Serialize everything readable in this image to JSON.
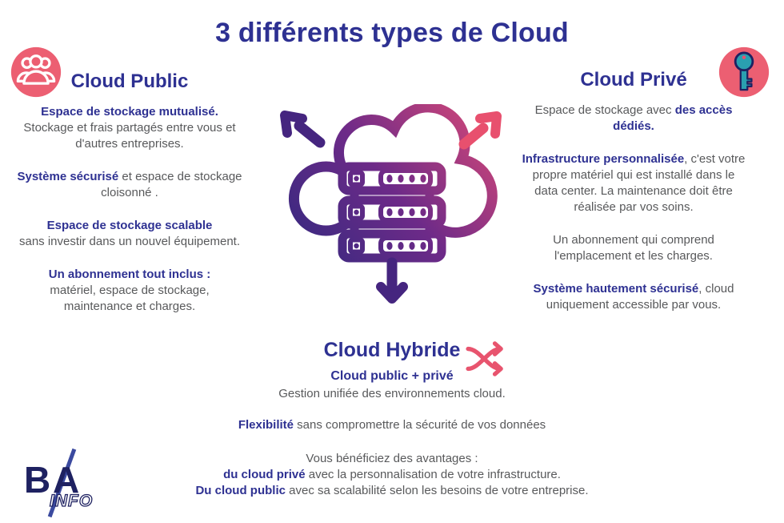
{
  "title": "3 différents types de Cloud",
  "colors": {
    "indigo": "#2e3192",
    "gray": "#58595b",
    "pink": "#ec5f72",
    "arrow_pink": "#e8506e",
    "arrow_purple": "#45257f",
    "teal": "#2a9fb0",
    "logo_navy": "#1e2161"
  },
  "icons": {
    "public": "people-icon",
    "prive": "key-icon",
    "hybride": "shuffle-arrows-icon",
    "center": "cloud-servers-with-arrows-icon"
  },
  "public": {
    "heading": "Cloud Public",
    "p1_bold": "Espace de stockage mutualisé.",
    "p1_text": "Stockage et frais partagés entre vous et d'autres entreprises.",
    "p2_bold": "Système sécurisé",
    "p2_text": " et espace de stockage cloisonné .",
    "p3_bold": "Espace de stockage scalable",
    "p3_text": "sans investir dans un nouvel équipement.",
    "p4_bold": "Un abonnement tout inclus :",
    "p4_text": "matériel, espace de stockage, maintenance et charges."
  },
  "prive": {
    "heading": "Cloud Privé",
    "p1_text": "Espace de stockage avec ",
    "p1_bold": "des accès dédiés.",
    "p2_bold": "Infrastructure personnalisée",
    "p2_text": ", c'est votre propre matériel qui est installé dans le data center. La maintenance doit être réalisée par vos soins.",
    "p3_text": "Un abonnement qui comprend l'emplacement et les charges.",
    "p4_bold": "Système hautement sécurisé",
    "p4_text": ", cloud uniquement accessible par vous."
  },
  "hybride": {
    "heading": "Cloud Hybride",
    "sub_bold": "Cloud public + privé",
    "sub_text": "Gestion unifiée des environnements cloud.",
    "flex_bold": "Flexibilité",
    "flex_text": " sans compromettre la sécurité de vos données",
    "avantages": "Vous bénéficiez des avantages :",
    "l1_bold": "du cloud privé",
    "l1_text": " avec la personnalisation de votre infrastructure.",
    "l2_bold": "Du cloud public",
    "l2_text": " avec sa scalabilité selon les besoins de votre entreprise."
  },
  "logo": {
    "b": "B",
    "a": "A",
    "info": "INFO"
  }
}
